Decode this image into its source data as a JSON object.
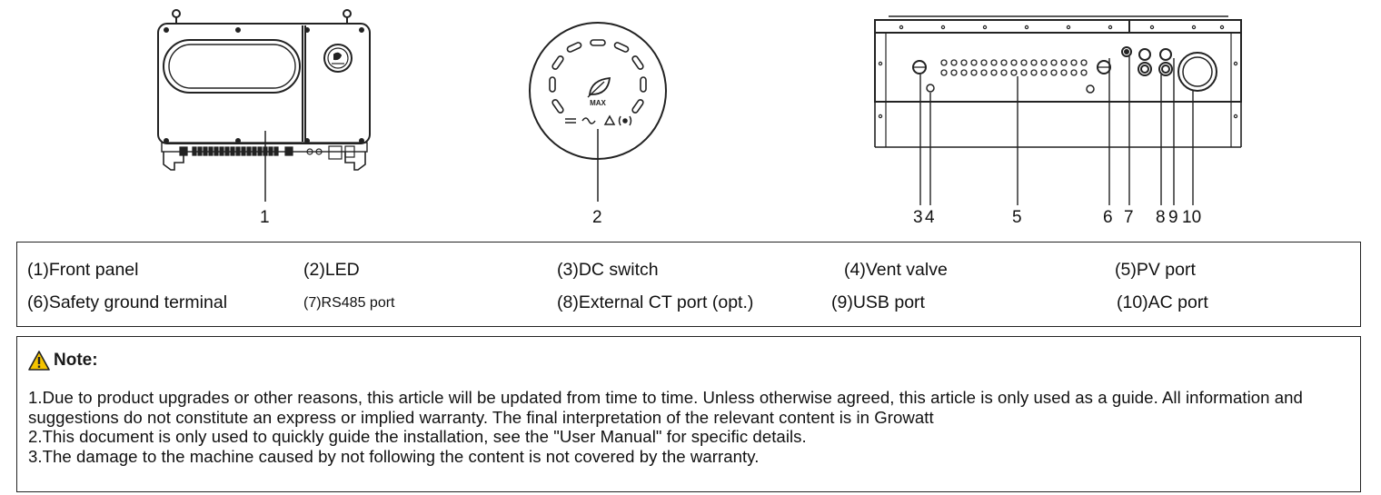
{
  "callouts": {
    "front": "1",
    "led": "2",
    "bottom": [
      "3",
      "4",
      "5",
      "6",
      "7",
      "8",
      "9",
      "10"
    ]
  },
  "led_label": "MAX",
  "legend": [
    [
      "(1)Front panel",
      "(2)LED",
      "(3)DC switch",
      "(4)Vent valve",
      "(5)PV port"
    ],
    [
      "(6)Safety ground terminal",
      "(7)RS485 port",
      "(8)External CT port  (opt.)",
      "(9)USB port",
      "(10)AC port"
    ]
  ],
  "note": {
    "title": "Note:",
    "lines": [
      "1.Due to product upgrades or other reasons, this article will be updated from time to time. Unless otherwise agreed, this article is only used as a guide. All information and suggestions do not constitute an express or implied warranty. The final interpretation of the relevant content is in Growatt",
      "2.This document is only used to quickly guide the installation, see the \"User Manual\" for specific details.",
      "3.The damage to the machine caused by not following the content is not covered by the warranty."
    ]
  },
  "colors": {
    "warning": "#f5c400",
    "line": "#222222"
  }
}
